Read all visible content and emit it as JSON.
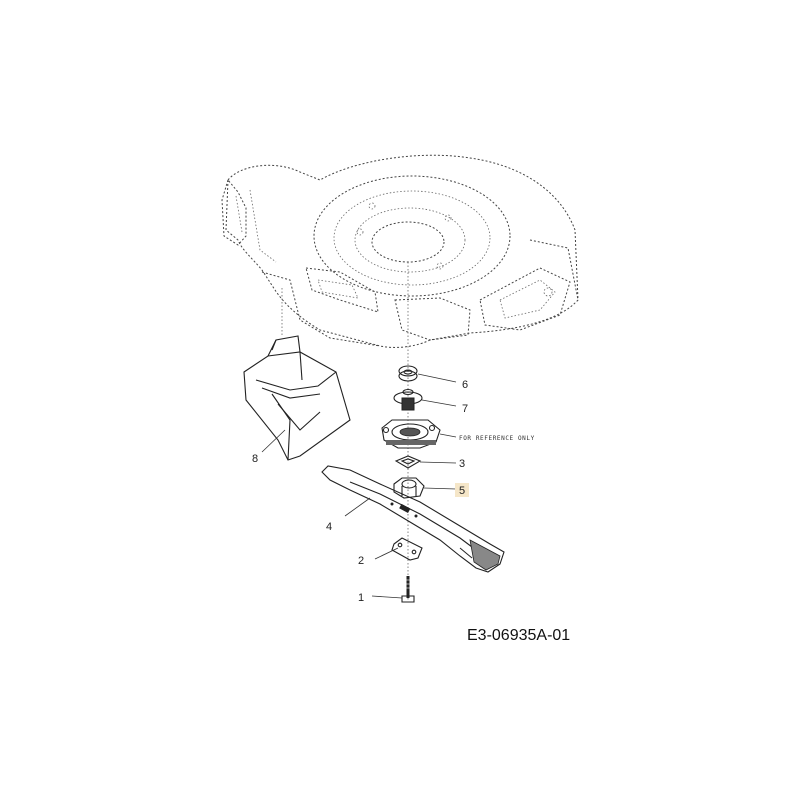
{
  "drawing_number": "E3-06935A-01",
  "reference_note": "FOR REFERENCE ONLY",
  "callouts": [
    "1",
    "2",
    "3",
    "4",
    "5",
    "6",
    "7",
    "8"
  ],
  "colors": {
    "line": "#222222",
    "dashed": "#444444",
    "highlight_box": "#f5e6c8"
  }
}
